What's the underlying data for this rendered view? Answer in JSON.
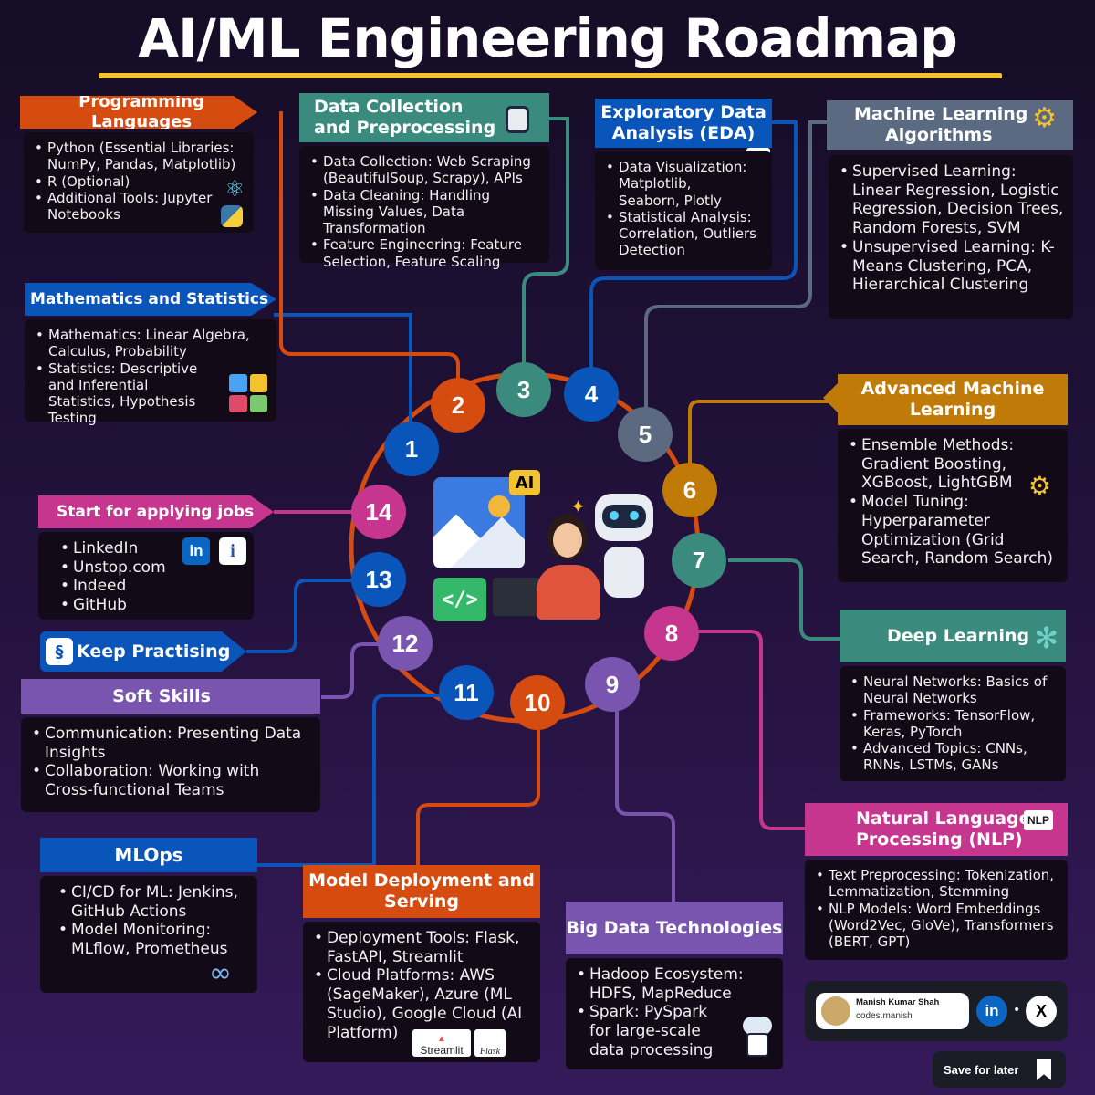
{
  "title": "AI/ML Engineering Roadmap",
  "colors": {
    "orange": "#d64b10",
    "teal": "#3a8a7e",
    "blue": "#0a55b9",
    "slate": "#5b6a80",
    "amber": "#c07a08",
    "magenta": "#c6368f",
    "purple": "#7a55b0",
    "gold": "#f2c230"
  },
  "steps": {
    "s1": "Mathematics and Statistics",
    "s2": "Programming Languages",
    "s3": "Data Collection and Preprocessing",
    "s4": "Exploratory Data Analysis (EDA)",
    "s5": "Machine Learning Algorithms",
    "s6": "Advanced Machine Learning",
    "s7": "Deep Learning",
    "s8": "Natural Language Processing (NLP)",
    "s9": "Big Data Technologies",
    "s10": "Model Deployment and Serving",
    "s11": "MLOps",
    "s12": "Soft Skills",
    "s13": "Keep Practising",
    "s14": "Start for applying jobs"
  },
  "nodes": [
    "1",
    "2",
    "3",
    "4",
    "5",
    "6",
    "7",
    "8",
    "9",
    "10",
    "11",
    "12",
    "13",
    "14"
  ],
  "cards": {
    "programming": {
      "title": "Programming Languages",
      "items": [
        "Python (Essential Libraries: NumPy, Pandas, Matplotlib)",
        "R (Optional)",
        "Additional Tools: Jupyter Notebooks"
      ],
      "icons": [
        "react-icon",
        "python-icon"
      ]
    },
    "data_collection": {
      "title_line1": "Data Collection",
      "title_line2": "and Preprocessing",
      "items": [
        "Data Collection: Web Scraping (BeautifulSoup, Scrapy), APIs",
        "Data Cleaning: Handling Missing Values, Data Transformation",
        "Feature Engineering: Feature Selection, Feature Scaling"
      ]
    },
    "eda": {
      "title_line1": "Exploratory Data",
      "title_line2": "Analysis (EDA)",
      "items": [
        "Data Visualization: Matplotlib, Seaborn, Plotly",
        "Statistical Analysis: Correlation, Outliers Detection"
      ]
    },
    "ml_algorithms": {
      "title_line1": "Machine Learning",
      "title_line2": "Algorithms",
      "items": [
        "Supervised Learning: Linear Regression, Logistic Regression, Decision Trees, Random Forests, SVM",
        "Unsupervised Learning: K-Means Clustering, PCA, Hierarchical Clustering"
      ]
    },
    "math": {
      "title": "Mathematics and Statistics",
      "items": [
        "Mathematics: Linear Algebra, Calculus, Probability",
        "Statistics: Descriptive and Inferential Statistics, Hypothesis Testing"
      ]
    },
    "advanced_ml": {
      "title_line1": "Advanced Machine",
      "title_line2": "Learning",
      "items": [
        "Ensemble Methods: Gradient Boosting, XGBoost, LightGBM",
        "Model Tuning: Hyperparameter Optimization (Grid Search, Random Search)"
      ]
    },
    "jobs": {
      "title": "Start for applying jobs",
      "items": [
        "LinkedIn",
        "Unstop.com",
        "Indeed",
        "GitHub"
      ]
    },
    "practise": {
      "title": "Keep Practising"
    },
    "deep_learning": {
      "title": "Deep Learning",
      "items": [
        "Neural Networks: Basics of Neural Networks",
        "Frameworks: TensorFlow, Keras, PyTorch",
        "Advanced Topics: CNNs, RNNs, LSTMs, GANs"
      ]
    },
    "soft_skills": {
      "title": "Soft Skills",
      "items": [
        "Communication: Presenting Data Insights",
        "Collaboration: Working with Cross-functional Teams"
      ]
    },
    "nlp": {
      "title_line1": "Natural Language",
      "title_line2": "Processing (NLP)",
      "badge": "NLP",
      "items": [
        "Text Preprocessing: Tokenization, Lemmatization, Stemming",
        "NLP Models: Word Embeddings (Word2Vec, GloVe), Transformers (BERT, GPT)"
      ]
    },
    "mlops": {
      "title": "MLOps",
      "items": [
        "CI/CD for ML: Jenkins, GitHub Actions",
        "Model Monitoring: MLflow, Prometheus"
      ]
    },
    "deployment": {
      "title_line1": "Model Deployment and",
      "title_line2": "Serving",
      "items": [
        "Deployment Tools: Flask, FastAPI, Streamlit",
        "Cloud Platforms: AWS (SageMaker), Azure (ML Studio), Google Cloud (AI Platform)"
      ],
      "logo1": "Streamlit",
      "logo2": "Flask"
    },
    "bigdata": {
      "title": "Big Data Technologies",
      "items": [
        "Hadoop Ecosystem: HDFS, MapReduce",
        "Spark: PySpark for large-scale data processing"
      ]
    }
  },
  "center": {
    "ai_badge": "AI"
  },
  "author": {
    "name": "Manish Kumar Shah",
    "handle": "codes.manish",
    "save_label": "Save for later"
  }
}
